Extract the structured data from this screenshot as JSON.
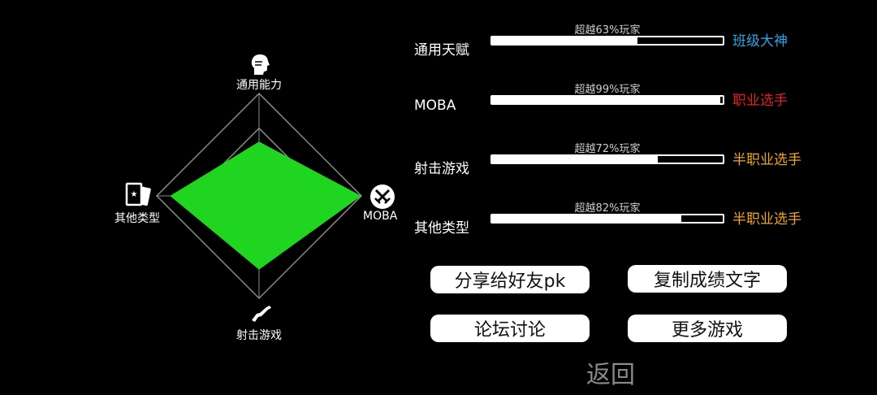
{
  "radar": {
    "axes": [
      {
        "label": "通用能力",
        "value": 0.53,
        "icon": "head-profile-icon"
      },
      {
        "label": "MOBA",
        "value": 1.0,
        "icon": "crossed-swords-icon"
      },
      {
        "label": "射击游戏",
        "value": 0.72,
        "icon": "rifle-icon"
      },
      {
        "label": "其他类型",
        "value": 0.87,
        "icon": "cards-icon"
      }
    ],
    "fill_color": "#1fd51f",
    "grid_color": "#8a8a8a"
  },
  "stats": [
    {
      "name": "通用天赋",
      "percent_text": "超越63%玩家",
      "percent": 63,
      "level": "班级大神",
      "level_color": "#2ba6e8"
    },
    {
      "name": "MOBA",
      "percent_text": "超越99%玩家",
      "percent": 99,
      "level": "职业选手",
      "level_color": "#e61e1e"
    },
    {
      "name": "射击游戏",
      "percent_text": "超越72%玩家",
      "percent": 72,
      "level": "半职业选手",
      "level_color": "#f2a51c"
    },
    {
      "name": "其他类型",
      "percent_text": "超越82%玩家",
      "percent": 82,
      "level": "半职业选手",
      "level_color": "#f2a51c"
    }
  ],
  "buttons": {
    "share": "分享给好友pk",
    "copy": "复制成绩文字",
    "forum": "论坛讨论",
    "more": "更多游戏"
  },
  "back_label": "返回"
}
